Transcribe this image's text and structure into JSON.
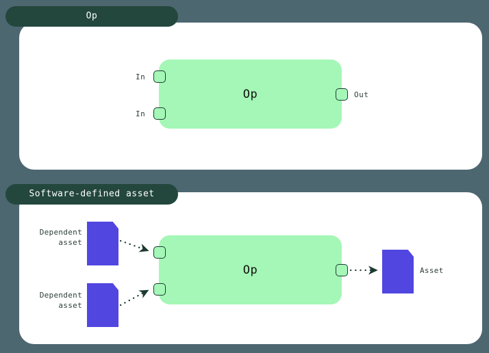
{
  "background_color": "#4d6771",
  "theme": {
    "panel_bg": "#ffffff",
    "tab_bg": "#23473d",
    "tab_text": "#ffffff",
    "op_fill": "#a4f7b6",
    "op_text": "#12110f",
    "port_border": "#1d3a32",
    "asset_fill": "#5146e0",
    "label_text": "#2c3d3a",
    "connector": "#1d3a32"
  },
  "panels": [
    {
      "tab_label": "Op",
      "op_label": "Op",
      "inputs": [
        {
          "label": "In"
        },
        {
          "label": "In"
        }
      ],
      "outputs": [
        {
          "label": "Out"
        }
      ]
    },
    {
      "tab_label": "Software-defined asset",
      "op_label": "Op",
      "inputs": [
        {
          "label": ""
        },
        {
          "label": ""
        }
      ],
      "outputs": [
        {
          "label": ""
        }
      ],
      "upstream_assets": [
        {
          "label": "Dependent\nasset"
        },
        {
          "label": "Dependent\nasset"
        }
      ],
      "downstream_assets": [
        {
          "label": "Asset"
        }
      ]
    }
  ],
  "icons": {
    "asset": "document-icon",
    "port": "port-square-icon",
    "arrow": "dotted-arrow-icon"
  }
}
